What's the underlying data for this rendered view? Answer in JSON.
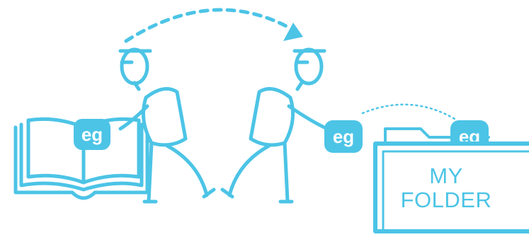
{
  "colors": {
    "accent": "#4cc4e6",
    "background": "#ffffff",
    "badge_text": "#ffffff"
  },
  "badges": {
    "book_badge": "eg",
    "carried_badge": "eg",
    "folder_badge": "eg"
  },
  "folder": {
    "line1": "MY",
    "line2": "FOLDER"
  },
  "icons": [
    "open-book-icon",
    "person-icon",
    "folder-icon",
    "dashed-arrow-icon"
  ]
}
